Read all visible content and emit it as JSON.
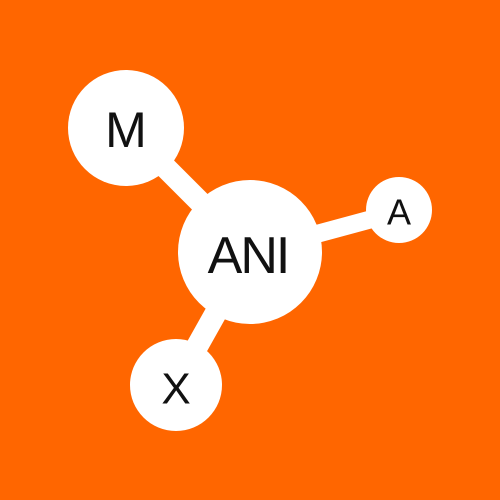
{
  "logo": {
    "letters": {
      "center": "ANI",
      "top_left": "M",
      "right": "A",
      "bottom": "X"
    },
    "colors": {
      "background": "#FF6600",
      "node_fill": "#FFFFFF",
      "connector": "#FFFFFF",
      "text": "#111111"
    }
  }
}
